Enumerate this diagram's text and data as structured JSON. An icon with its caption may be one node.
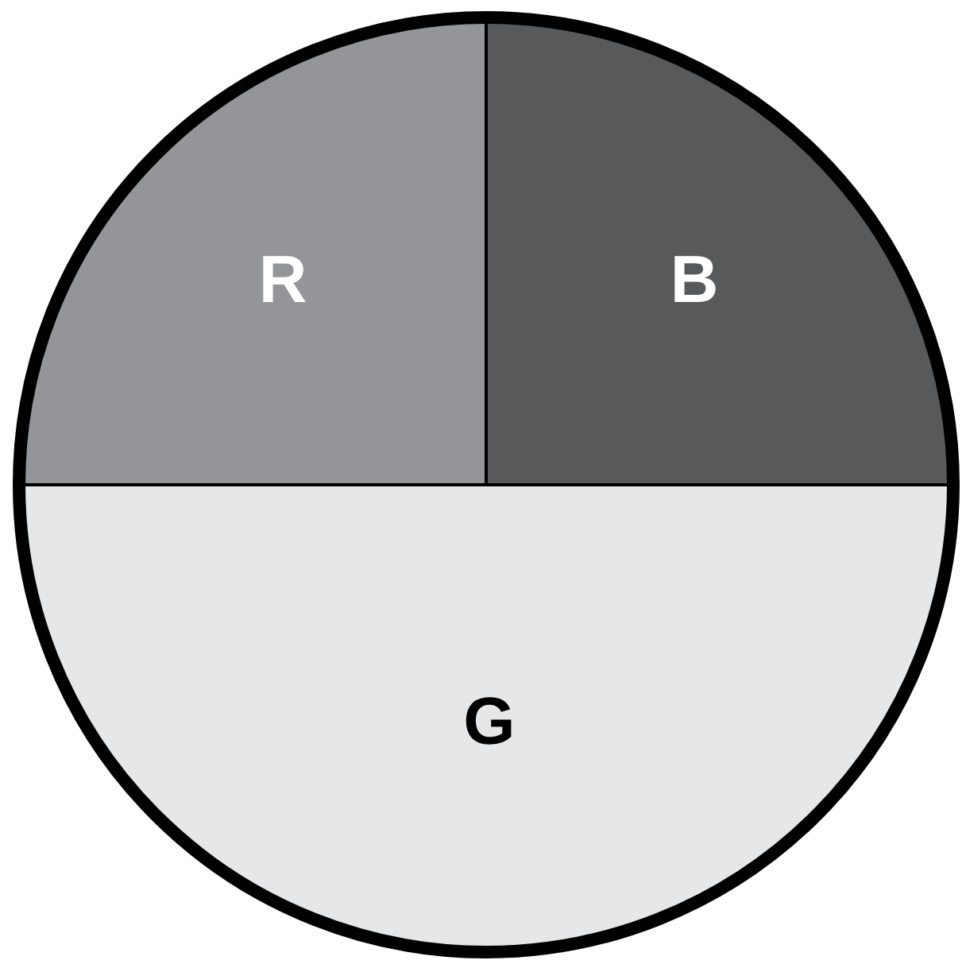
{
  "diagram": {
    "nodes": [
      {
        "text": [
          "R"
        ]
      },
      {
        "text": [
          "B"
        ]
      },
      {
        "text": [
          "G"
        ]
      }
    ]
  }
}
